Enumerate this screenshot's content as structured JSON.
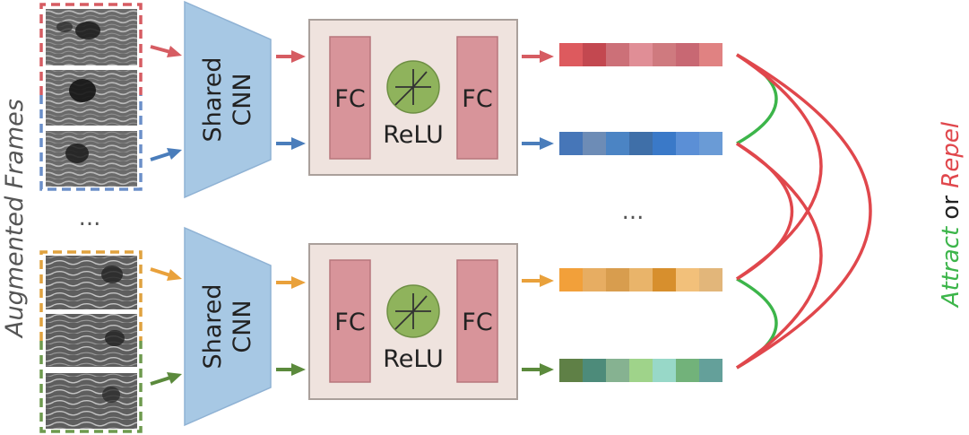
{
  "side_title": "Augmented Frames",
  "ellipsis": "...",
  "branches": [
    {
      "cnn_label_line1": "Shared",
      "cnn_label_line2": "CNN",
      "fc_left": "FC",
      "fc_right": "FC",
      "activation": "ReLU"
    },
    {
      "cnn_label_line1": "Shared",
      "cnn_label_line2": "CNN",
      "fc_left": "FC",
      "fc_right": "FC",
      "activation": "ReLU"
    }
  ],
  "relation": {
    "attract": "Attract",
    "or": "or",
    "repel": "Repel"
  },
  "colors": {
    "red": "#d65c62",
    "blue": "#4a7dbb",
    "orange": "#e9a13b",
    "green": "#5b8a3c",
    "attract": "#3cb54a",
    "repel": "#e0474c",
    "cnn_fill": "#a7c8e4",
    "head_fill": "#efe3de",
    "fc_fill": "#d8949a",
    "relu_fill": "#8fb35c"
  },
  "embeddings": [
    {
      "name": "red",
      "cells": [
        "#dd5a5e",
        "#c34850",
        "#cc7078",
        "#e08e96",
        "#cf7a7f",
        "#c86873",
        "#e08282"
      ]
    },
    {
      "name": "blue",
      "cells": [
        "#4676b8",
        "#6d8cb6",
        "#4b84c4",
        "#3f6fa8",
        "#3a79c8",
        "#5b8fd6",
        "#6a9bd6"
      ]
    },
    {
      "name": "orange",
      "cells": [
        "#f2a03a",
        "#e7ad62",
        "#d89d4e",
        "#e9b46a",
        "#d78f2d",
        "#f2c07a",
        "#e2b67a"
      ]
    },
    {
      "name": "green",
      "cells": [
        "#5f8046",
        "#4d8b7a",
        "#86b291",
        "#9fd38a",
        "#98d8c8",
        "#72b27a",
        "#64a09a"
      ]
    }
  ]
}
